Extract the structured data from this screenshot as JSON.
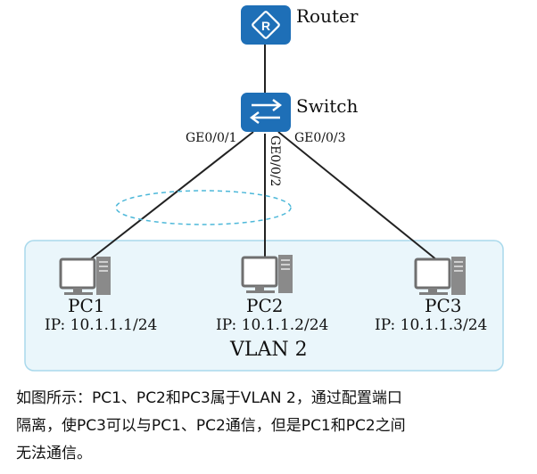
{
  "router": {
    "label": "Router",
    "icon": "router-icon"
  },
  "switch": {
    "label": "Switch",
    "icon": "switch-icon"
  },
  "ports": {
    "p1": "GE0/0/1",
    "p2": "GE0/0/2",
    "p3": "GE0/0/3"
  },
  "pcs": [
    {
      "name": "PC1",
      "ip": "IP: 10.1.1.1/24",
      "icon": "pc-icon"
    },
    {
      "name": "PC2",
      "ip": "IP: 10.1.1.2/24",
      "icon": "pc-icon"
    },
    {
      "name": "PC3",
      "ip": "IP: 10.1.1.3/24",
      "icon": "pc-icon"
    }
  ],
  "vlan": {
    "label": "VLAN 2"
  },
  "caption": {
    "line1": "如图所示：PC1、PC2和PC3属于VLAN 2，通过配置端口",
    "line2": "隔离，使PC3可以与PC1、PC2通信，但是PC1和PC2之间",
    "line3": "无法通信。"
  },
  "colors": {
    "device_blue": "#1e6fb7",
    "vlan_fill": "#eaf6fb",
    "vlan_border": "#a9d9ec",
    "isolation_ring": "#4db8d9",
    "link": "#222222",
    "pc_gray": "#7f7f7f"
  }
}
